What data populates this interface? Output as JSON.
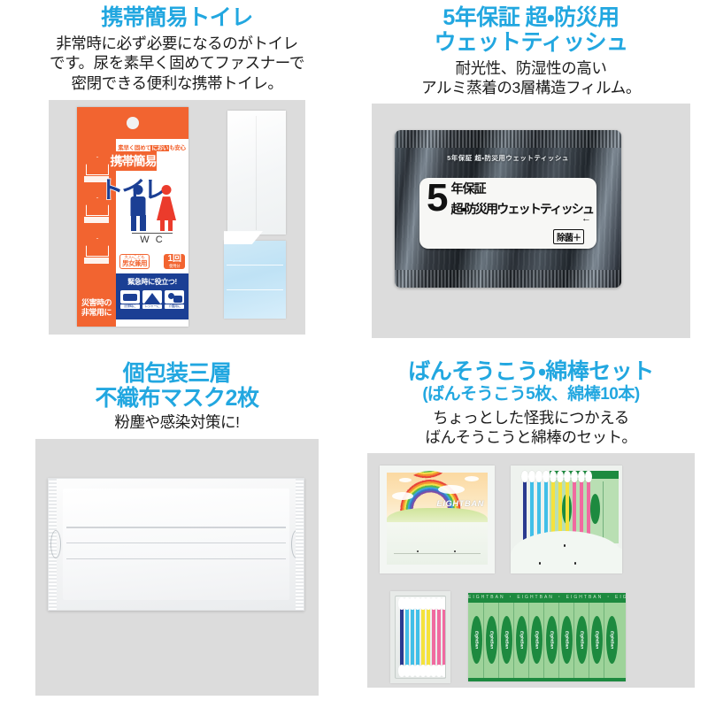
{
  "products": [
    {
      "id": "portable-toilet",
      "heading": "携帯簡易トイレ",
      "description": "非常時に必ず必要になるのがトイレ\nです。尿を素早く固めてファスナーで\n密閉できる便利な携帯トイレ。",
      "package": {
        "catch_prefix": "素早く固めて",
        "catch_highlight": "におい",
        "catch_suffix": "も安心",
        "title_kanji": "携帯簡易",
        "title_kana": "トイレ",
        "wc_label": "W C",
        "badge_left_top": "大人・こども",
        "badge_left_bottom": "男女兼用",
        "badge_right_number": "1回",
        "badge_right_sub": "使用分",
        "side_icon_labels": [
          "地震",
          "台風",
          "豪雨"
        ],
        "side_text": "災害時の\n非常用に",
        "blue_banner_title": "緊急時に役立つ!",
        "scenes": [
          "渋滞時に",
          "レジャーに",
          "介護用に"
        ]
      }
    },
    {
      "id": "wet-tissue",
      "heading": "5年保証 超・防災用\nウェットティッシュ",
      "description": "耐光性、防湿性の高い\nアルミ蒸着の3層構造フィルム。",
      "package": {
        "top_print": "5年保証 超・防災用ウェットティッシュ",
        "big_number": "5",
        "nen_hosho": "年保証",
        "main_line": "超・防災用ウェットティッシュ",
        "arrow": "←",
        "jokin": "除菌＋"
      }
    },
    {
      "id": "nonwoven-mask",
      "heading": "個包装三層\n不織布マスク2枚",
      "description": "粉塵や感染対策に!"
    },
    {
      "id": "bandage-swab-set",
      "heading": "ばんそうこう・綿棒セット",
      "subheading": "(ばんそうこう5枚、綿棒10本)",
      "description": "ちょっとした怪我につかえる\nばんそうこうと綿棒のセット。",
      "photos": {
        "rainbow_brand": "EIGHTBAN",
        "strip_brand": "EightBan",
        "swab_colors": [
          "#2b3a8f",
          "#41bfe8",
          "#41bfe8",
          "#f5e23c",
          "#f5e23c",
          "#f06aa0",
          "#f06aa0",
          "#f06aa0",
          "#41bfe8",
          "#f5e23c"
        ],
        "strip_header_text": "EIGHTBAN ・ EIGHTBAN ・ EIGHTBAN ・ EIGHTBAN"
      }
    }
  ],
  "theme": {
    "heading_color": "#22a7e0",
    "body_text_color": "#1c1c1c",
    "photo_bg": "#dcdcdc",
    "page_bg": "#ffffff",
    "orange": "#f26430",
    "navy": "#1b3f94",
    "red": "#eb3b2c",
    "green": "#1d8a3f"
  }
}
